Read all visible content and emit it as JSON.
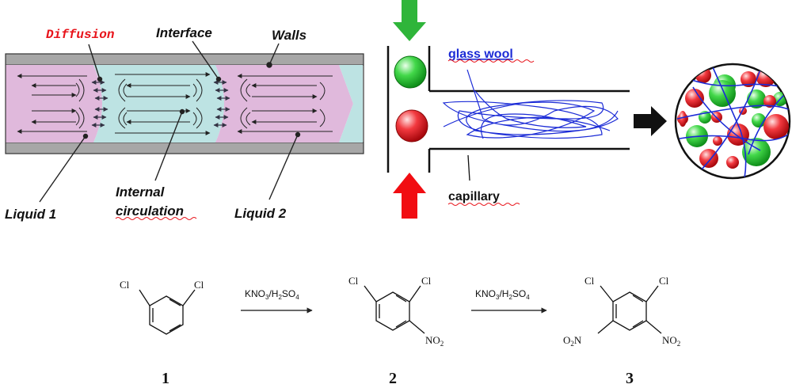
{
  "flow_diagram": {
    "labels": {
      "diffusion": "Diffusion",
      "interface": "Interface",
      "walls": "Walls",
      "liquid1": "Liquid 1",
      "internal_circulation_line1": "Internal",
      "internal_circulation_line2": "circulation",
      "liquid2": "Liquid 2"
    },
    "colors": {
      "liquid1": "#e0b9dc",
      "liquid2": "#bde3e3",
      "walls": "#a7a7a7",
      "arrow": "#222222",
      "diffusion": "#e8141b"
    }
  },
  "capillary_diagram": {
    "labels": {
      "glass_wool": "glass wool",
      "capillary": "capillary"
    },
    "colors": {
      "green": "#2fc93a",
      "red": "#e8141b",
      "wool": "#1b2bd6"
    }
  },
  "reaction_scheme": {
    "compounds": [
      {
        "number": "1",
        "substituents": [
          "Cl",
          "Cl"
        ]
      },
      {
        "number": "2",
        "substituents": [
          "Cl",
          "Cl",
          "NO2"
        ]
      },
      {
        "number": "3",
        "substituents": [
          "Cl",
          "Cl",
          "O2N",
          "NO2"
        ]
      }
    ],
    "reagent_1": "KNO3/H2SO4",
    "reagent_2": "KNO3/H2SO4"
  }
}
